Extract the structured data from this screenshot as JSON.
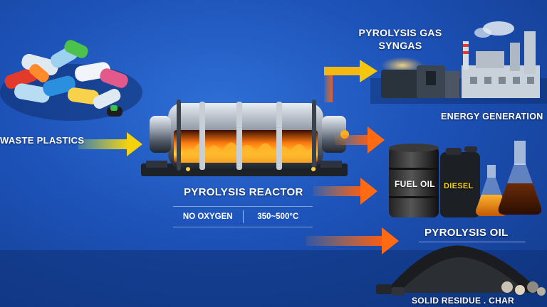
{
  "labels": {
    "waste_plastics": "WASTE PLASTICS",
    "pyrolysis_gas": "PYROLYSIS GAS",
    "syngas": "SYNGAS",
    "energy_generation": "ENERGY GENERATION",
    "pyrolysis_reactor": "PYROLYSIS REACTOR",
    "no_oxygen": "NO OXYGEN",
    "temperature": "350~500°C",
    "fuel_oil": "FUEL OIL",
    "diesel": "DIESEL",
    "pyrolysis_oil": "PYROLYSIS OIL",
    "solid_residue": "SOLID RESIDUE . CHAR"
  },
  "colors": {
    "background": "#1d52b8",
    "arrow_yellow": "#f5d10e",
    "arrow_orange": "#ff6a12",
    "fire": "#ff7a10"
  }
}
